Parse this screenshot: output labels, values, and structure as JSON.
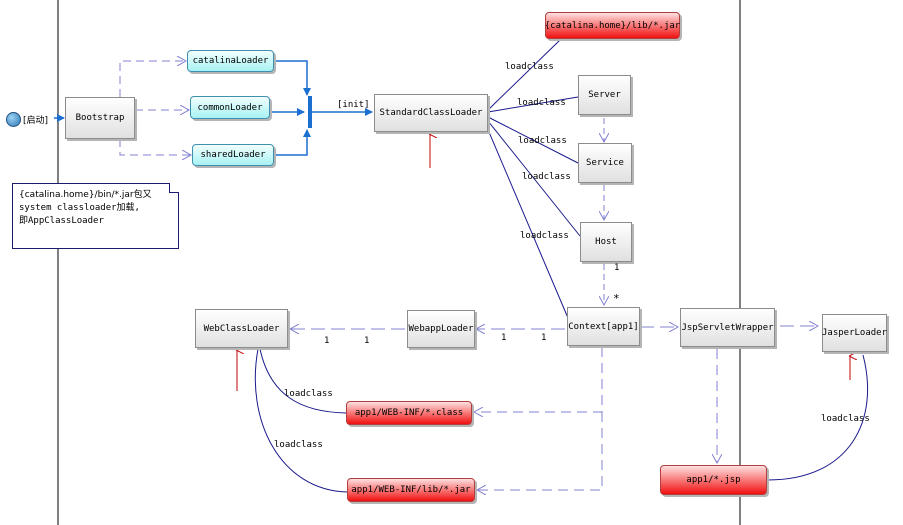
{
  "start": {
    "label": "[启动]"
  },
  "nodes": {
    "bootstrap": "Bootstrap",
    "catalina_loader": "catalinaLoader",
    "common_loader": "commonLoader",
    "shared_loader": "sharedLoader",
    "standard_class_loader": "StandardClassLoader",
    "catalina_lib_jar": "{catalina.home}/lib/*.jar",
    "server": "Server",
    "service": "Service",
    "host": "Host",
    "context": "Context[app1]",
    "webapp_loader": "WebappLoader",
    "web_class_loader": "WebClassLoader",
    "webinf_class": "app1/WEB-INF/*.class",
    "webinf_lib_jar": "app1/WEB-INF/lib/*.jar",
    "jsp_servlet_wrapper": "JspServletWrapper",
    "jasper_loader": "JasperLoader",
    "app_jsp": "app1/*.jsp"
  },
  "note": {
    "line1": "{catalina.home}/bin/*.jar包又",
    "line2": "system classloader加载,",
    "line3": "即AppClassLoader"
  },
  "edge_labels": {
    "init": "[init]",
    "loadclass": "loadclass",
    "mult_1": "1",
    "mult_star": "*"
  },
  "colors": {
    "flow": "#1a6fd0",
    "dashed": "#8080d0",
    "assoc": "#1a1a8c",
    "red_marker": "#c00000",
    "lane": "#000000"
  }
}
